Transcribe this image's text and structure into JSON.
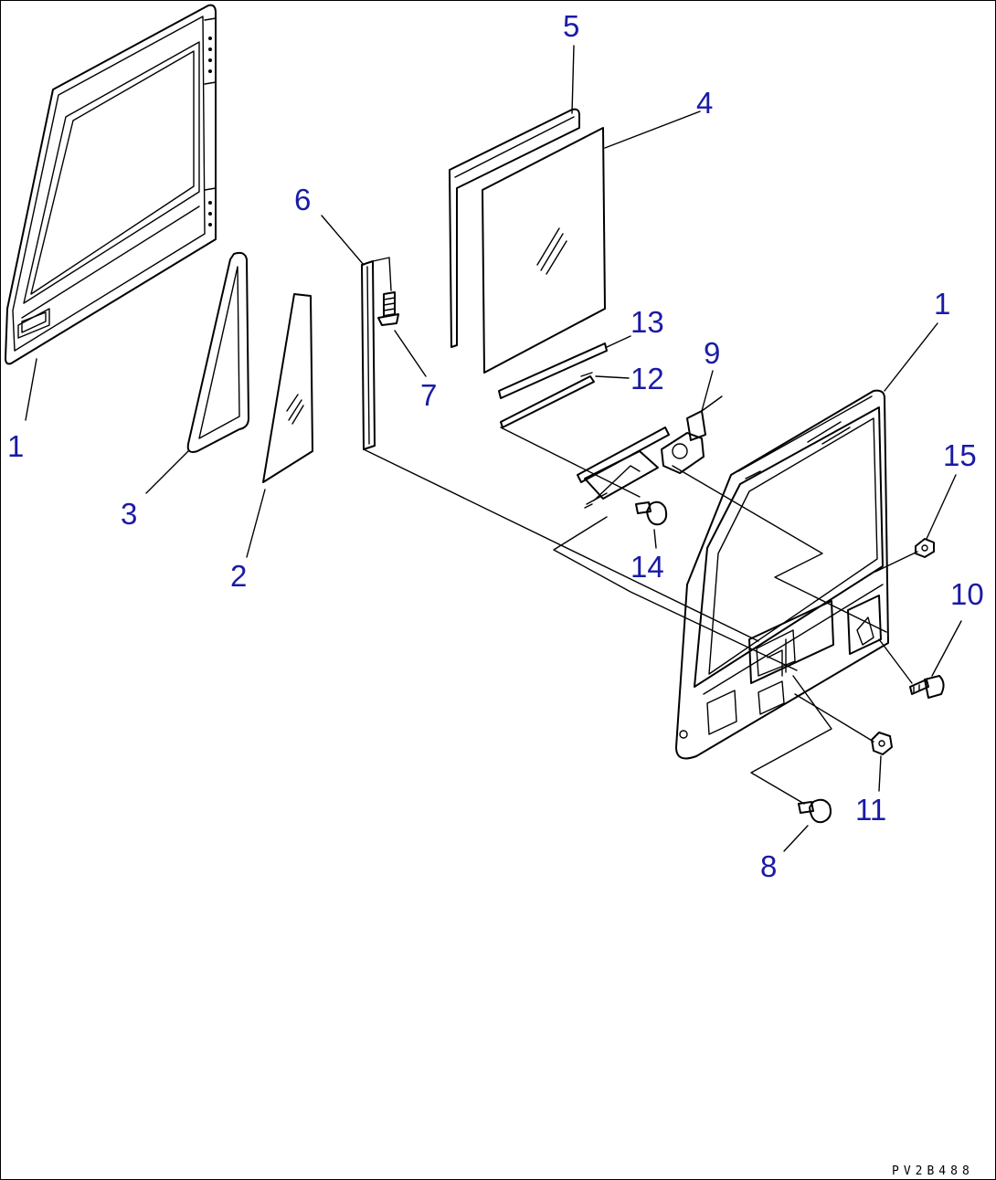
{
  "diagram": {
    "drawing_code": "PV2B488",
    "parts": [
      {
        "id": "label-1-left",
        "text": "1"
      },
      {
        "id": "label-1-right",
        "text": "1"
      },
      {
        "id": "label-2",
        "text": "2"
      },
      {
        "id": "label-3",
        "text": "3"
      },
      {
        "id": "label-4",
        "text": "4"
      },
      {
        "id": "label-5",
        "text": "5"
      },
      {
        "id": "label-6",
        "text": "6"
      },
      {
        "id": "label-7",
        "text": "7"
      },
      {
        "id": "label-8",
        "text": "8"
      },
      {
        "id": "label-9",
        "text": "9"
      },
      {
        "id": "label-10",
        "text": "10"
      },
      {
        "id": "label-11",
        "text": "11"
      },
      {
        "id": "label-12",
        "text": "12"
      },
      {
        "id": "label-13",
        "text": "13"
      },
      {
        "id": "label-14",
        "text": "14"
      },
      {
        "id": "label-15",
        "text": "15"
      }
    ],
    "label_color": "#1a1aa6",
    "line_color": "#000000"
  }
}
